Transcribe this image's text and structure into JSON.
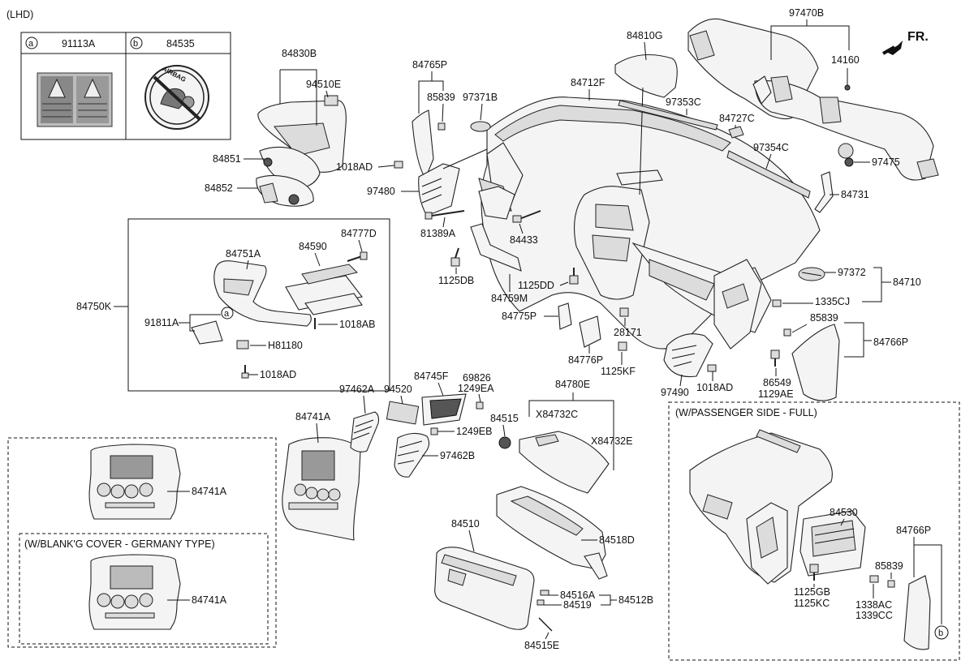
{
  "diagram": {
    "header": "(LHD)",
    "fr_label": "FR.",
    "legend": {
      "a_symbol": "a",
      "a_part": "91113A",
      "b_symbol": "b",
      "b_part": "84535",
      "airbag_text": "AIRBAG"
    },
    "boxes": {
      "passenger_full": "(W/PASSENGER SIDE - FULL)",
      "germany_type": "(W/BLANK'G COVER - GERMANY TYPE)"
    },
    "labels": {
      "p84830B": "84830B",
      "p94510E": "94510E",
      "p84851": "84851",
      "p84852": "84852",
      "p84765P": "84765P",
      "p85839_top": "85839",
      "p97371B": "97371B",
      "p1018AD_top": "1018AD",
      "p97480": "97480",
      "p81389A": "81389A",
      "p84433": "84433",
      "p1125DB": "1125DB",
      "p84759M": "84759M",
      "p1125DD": "1125DD",
      "p84775P": "84775P",
      "p84776P": "84776P",
      "p1125KF": "1125KF",
      "p28171": "28171",
      "p84810G": "84810G",
      "p84712F": "84712F",
      "p97353C": "97353C",
      "p84727C": "84727C",
      "p97354C": "97354C",
      "p97470B": "97470B",
      "p14160": "14160",
      "p97475": "97475",
      "p84731": "84731",
      "p97372": "97372",
      "p84710": "84710",
      "p1335CJ": "1335CJ",
      "p85839_right": "85839",
      "p84766P": "84766P",
      "p86549": "86549",
      "p1129AE": "1129AE",
      "p97490": "97490",
      "p1018AD_right": "1018AD",
      "p84750K": "84750K",
      "p84751A": "84751A",
      "p84590": "84590",
      "p84777D": "84777D",
      "p91811A": "91811A",
      "p1018AB": "1018AB",
      "pH81180": "H81180",
      "p1018AD_low": "1018AD",
      "p97462A": "97462A",
      "p94520": "94520",
      "p84745F": "84745F",
      "p69826": "69826",
      "p1249EA": "1249EA",
      "p1249EB": "1249EB",
      "p97462B": "97462B",
      "p84741A": "84741A",
      "p84741A_b1": "84741A",
      "p84741A_b2": "84741A",
      "p84780E": "84780E",
      "pX84732C": "X84732C",
      "pX84732E": "X84732E",
      "p84515": "84515",
      "p84510": "84510",
      "p84518D": "84518D",
      "p84516A": "84516A",
      "p84519": "84519",
      "p84512B": "84512B",
      "p84515E": "84515E",
      "p84530": "84530",
      "p84766P_box": "84766P",
      "p85839_box": "85839",
      "p1125GB": "1125GB",
      "p1125KC": "1125KC",
      "p1338AC": "1338AC",
      "p1339CC": "1339CC",
      "callout_a": "a",
      "callout_b": "b"
    }
  }
}
